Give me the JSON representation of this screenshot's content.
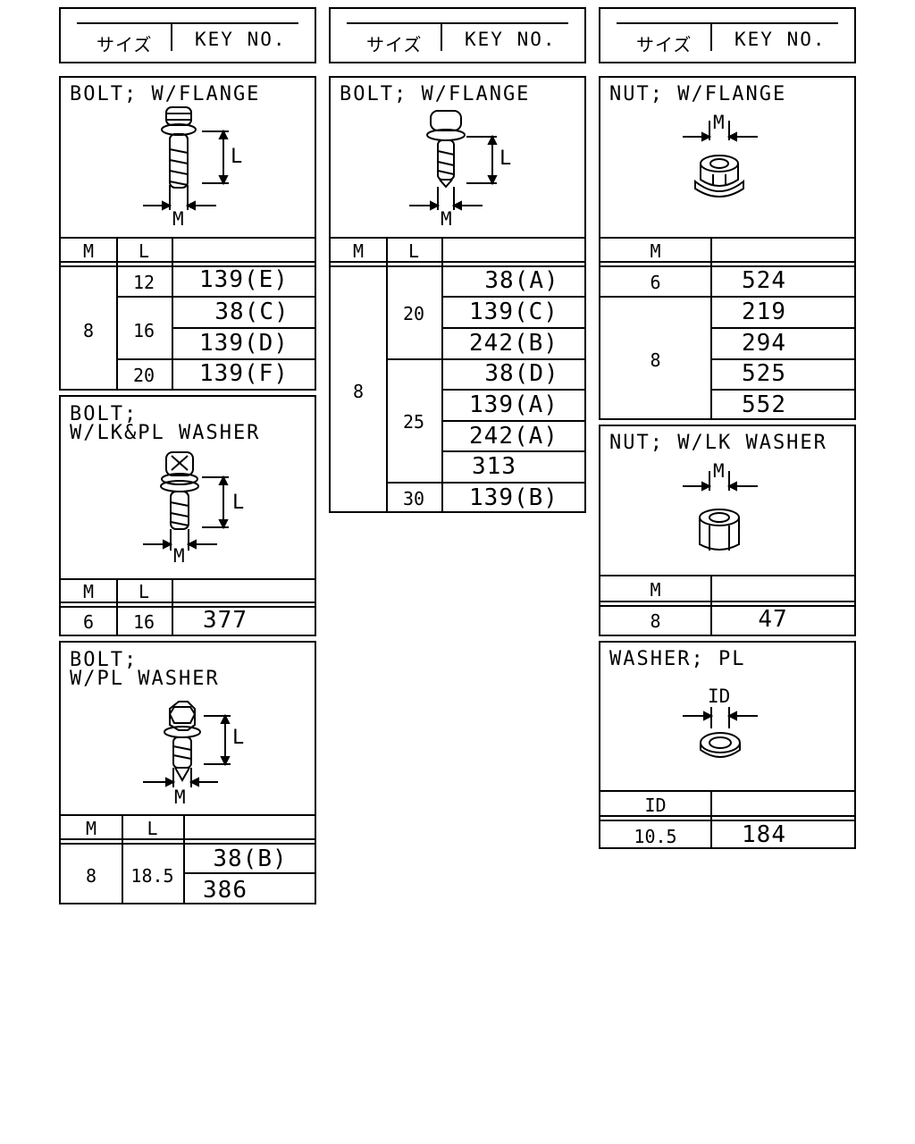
{
  "header": {
    "size_label": "サイズ",
    "key_label": "KEY NO."
  },
  "bolt_flange_a": {
    "title": "BOLT; W/FLANGE",
    "dim_l": "L",
    "dim_m": "M",
    "col_m": "M",
    "col_l": "L",
    "m": "8",
    "rows": [
      {
        "l": "12",
        "keys": [
          "139(E)"
        ]
      },
      {
        "l": "16",
        "keys": [
          "38(C)",
          "139(D)"
        ]
      },
      {
        "l": "20",
        "keys": [
          "139(F)"
        ]
      }
    ]
  },
  "bolt_lk_pl": {
    "title": "BOLT;\nW/LK&PL WASHER",
    "dim_l": "L",
    "dim_m": "M",
    "col_m": "M",
    "col_l": "L",
    "m": "6",
    "l": "16",
    "key": "377"
  },
  "bolt_pl": {
    "title": "BOLT;\nW/PL WASHER",
    "dim_l": "L",
    "dim_m": "M",
    "col_m": "M",
    "col_l": "L",
    "m": "8",
    "l": "18.5",
    "keys": [
      "38(B)",
      "386"
    ]
  },
  "bolt_flange_b": {
    "title": "BOLT; W/FLANGE",
    "dim_l": "L",
    "dim_m": "M",
    "col_m": "M",
    "col_l": "L",
    "m": "8",
    "rows": [
      {
        "l": "20",
        "keys": [
          "38(A)",
          "139(C)",
          "242(B)"
        ]
      },
      {
        "l": "25",
        "keys": [
          "38(D)",
          "139(A)",
          "242(A)",
          "313"
        ]
      },
      {
        "l": "30",
        "keys": [
          "139(B)"
        ]
      }
    ]
  },
  "nut_flange": {
    "title": "NUT; W/FLANGE",
    "dim_m": "M",
    "col_m": "M",
    "rows": [
      {
        "m": "6",
        "keys": [
          "524"
        ]
      },
      {
        "m": "8",
        "keys": [
          "219",
          "294",
          "525",
          "552"
        ]
      }
    ]
  },
  "nut_lk": {
    "title": "NUT; W/LK WASHER",
    "dim_m": "M",
    "col_m": "M",
    "m": "8",
    "key": "47"
  },
  "washer_pl": {
    "title": "WASHER; PL",
    "dim_id": "ID",
    "col_id": "ID",
    "id": "10.5",
    "key": "184"
  }
}
